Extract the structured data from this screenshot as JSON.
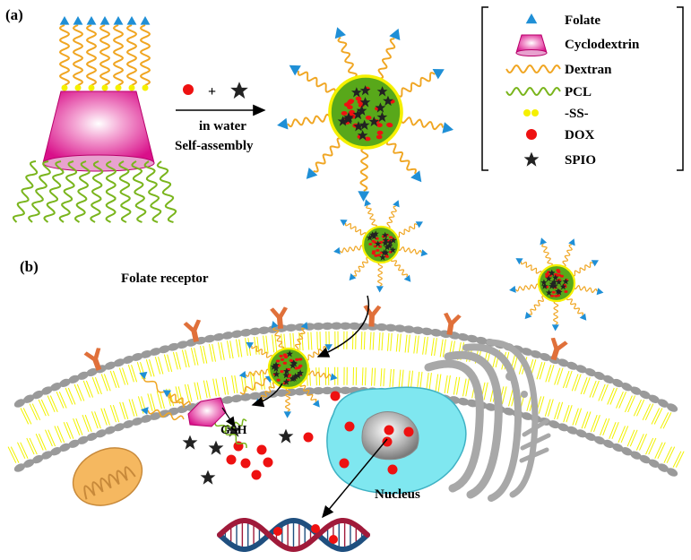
{
  "panel_a": {
    "label": "(a)",
    "step_water": "in  water",
    "step_assembly": "Self-assembly",
    "plus": "+"
  },
  "legend": {
    "items": [
      {
        "icon": "folate-triangle-icon",
        "label": "Folate"
      },
      {
        "icon": "cyclodextrin-icon",
        "label": "Cyclodextrin"
      },
      {
        "icon": "dextran-wave-icon",
        "label": "Dextran"
      },
      {
        "icon": "pcl-wave-icon",
        "label": "PCL"
      },
      {
        "icon": "disulfide-icon",
        "label": "-SS-"
      },
      {
        "icon": "red-dot-icon",
        "label": "DOX"
      },
      {
        "icon": "black-star-icon",
        "label": "SPIO"
      }
    ]
  },
  "panel_b": {
    "label": "(b)",
    "folate_receptor": "Folate receptor",
    "gsh": "GSH",
    "nucleus": "Nucleus"
  },
  "colors": {
    "folate": "#1f8fd6",
    "cyclodextrin": "#e21a8c",
    "dextran": "#f0a623",
    "pcl": "#7ab51d",
    "disulfide": "#f5f000",
    "dox": "#ee1111",
    "spio": "#222222",
    "micelle_core": "#58a81a",
    "membrane_head": "#9a9a9a",
    "membrane_tail": "#f2f200",
    "receptor": "#e0703a",
    "nucleus": "#7fe7f0",
    "nucleolus": "#a8a8a8",
    "mitochondrion": "#f5b860",
    "golgi": "#b0b0b0",
    "dna_red": "#a01a3a",
    "dna_blue": "#1f4f7f"
  }
}
